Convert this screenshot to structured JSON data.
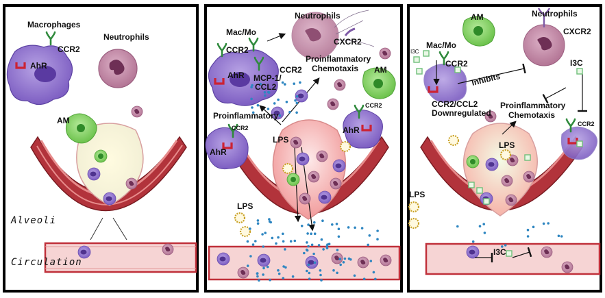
{
  "panel1": {
    "macrophages": "Macrophages",
    "neutrophils": "Neutrophils",
    "ccr2": "CCR2",
    "ahr": "AhR",
    "am": "AM",
    "alveoli": "Alveoli",
    "circulation": "Circulation"
  },
  "panel2": {
    "mac_mo": "Mac/Mo",
    "neutrophils": "Neutrophils",
    "cxcr2": "CXCR2",
    "ccr2_left": "CCR2",
    "ccr2_mid": "CCR2",
    "ahr_main": "AhR",
    "mcp1": "MCP-1/",
    "ccl2": "CCL2",
    "proinflam_chemo_1": "Proinflammatory",
    "proinflam_chemo_2": "Chemotaxis",
    "am": "AM",
    "proinflammatory": "Proinflammatory",
    "ccr2_small_left": "CCR2",
    "ahr_left": "AhR",
    "ccr2_small_right": "CCR2",
    "ahr_right": "AhR",
    "lps_mid": "LPS",
    "lps_low": "LPS"
  },
  "panel3": {
    "am": "AM",
    "neutrophils": "Neutrophils",
    "cxcr2": "CXCR2",
    "mac_mo": "Mac/Mo",
    "i3c_top": "I3C",
    "ccr2": "CCR2",
    "inhibits": "Inhibits",
    "downreg_1": "CCR2/CCL2",
    "downreg_2": "Downregulated",
    "i3c_right": "I3C",
    "proinflam_chemo_1": "Proinflammatory",
    "proinflam_chemo_2": "Chemotaxis",
    "ccr2_right": "CCR2",
    "lps_mid": "LPS",
    "lps_left": "LPS",
    "i3c_bottom": "I3C"
  },
  "colors": {
    "vessel": "#c0303a",
    "vessel_light": "#f2b8b8",
    "macrophage": "#8f73cc",
    "neutrophil": "#c98aa8",
    "am": "#7ccf5e",
    "lps": "#c9a227",
    "receptor": "#3a8c4a",
    "ahr": "#cc2233",
    "dots": "#2e86c1",
    "i3c": "#8fd39a"
  }
}
